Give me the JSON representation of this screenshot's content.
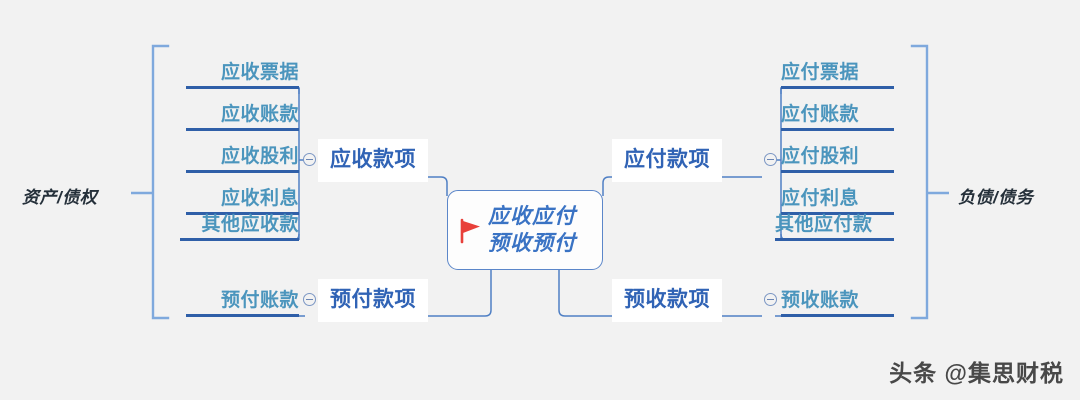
{
  "background_color": "#f2f2f2",
  "colors": {
    "leaf_text": "#4b95bd",
    "leaf_underline": "#2f5fa8",
    "parent_text": "#3063b5",
    "parent_bg": "#ffffff",
    "root_text": "#3a73c4",
    "root_border": "#5b86c9",
    "connector": "#4f7fc4",
    "bracket": "#7fa9dd",
    "flag": "#e8403a",
    "side_label_text": "#25303a"
  },
  "root": {
    "line1": "应收应付",
    "line2": "预收预付",
    "icon": "red-flag-icon"
  },
  "side_labels": {
    "left": "资产/债权",
    "right": "负债/债务"
  },
  "left_branches": [
    {
      "parent": "应收款项",
      "toggle_icon": "collapse-minus-icon",
      "leaves": [
        "应收票据",
        "应收账款",
        "应收股利",
        "应收利息",
        "其他应收款"
      ]
    },
    {
      "parent": "预付款项",
      "toggle_icon": "collapse-minus-icon",
      "leaves": [
        "预付账款"
      ]
    }
  ],
  "right_branches": [
    {
      "parent": "应付款项",
      "toggle_icon": "collapse-minus-icon",
      "leaves": [
        "应付票据",
        "应付账款",
        "应付股利",
        "应付利息",
        "其他应付款"
      ]
    },
    {
      "parent": "预收款项",
      "toggle_icon": "collapse-minus-icon",
      "leaves": [
        "预收账款"
      ]
    }
  ],
  "watermark": "头条 @集思财税"
}
